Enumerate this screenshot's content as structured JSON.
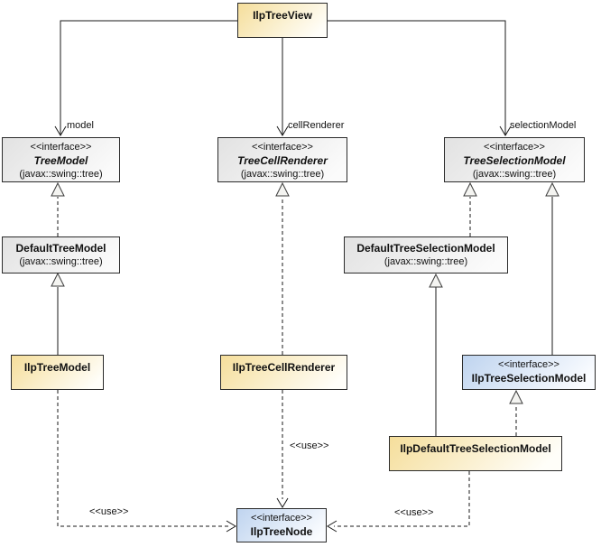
{
  "colors": {
    "class-fill": "#F5DE9B",
    "class-fill-end": "#FFFEF9",
    "interface-fill": "#BFD4EF",
    "interface-fill-end": "#FAFCFF",
    "external-fill": "#E2E2E2",
    "external-fill-end": "#FBFBFB",
    "border": "#2B2B2B",
    "edge": "#1A1A1A"
  },
  "nodes": {
    "ilp_tree_view": {
      "name": "IlpTreeView"
    },
    "tree_model": {
      "stereotype": "<<interface>>",
      "name": "TreeModel",
      "package": "(javax::swing::tree)"
    },
    "tree_cell_renderer": {
      "stereotype": "<<interface>>",
      "name": "TreeCellRenderer",
      "package": "(javax::swing::tree)"
    },
    "tree_selection_model": {
      "stereotype": "<<interface>>",
      "name": "TreeSelectionModel",
      "package": "(javax::swing::tree)"
    },
    "default_tree_model": {
      "name": "DefaultTreeModel",
      "package": "(javax::swing::tree)"
    },
    "default_tree_selection_model": {
      "name": "DefaultTreeSelectionModel",
      "package": "(javax::swing::tree)"
    },
    "ilp_tree_model": {
      "name": "IlpTreeModel"
    },
    "ilp_tree_cell_renderer": {
      "name": "IlpTreeCellRenderer"
    },
    "ilp_tree_selection_model": {
      "stereotype": "<<interface>>",
      "name": "IlpTreeSelectionModel"
    },
    "ilp_default_tree_selection_model": {
      "name": "IlpDefaultTreeSelectionModel"
    },
    "ilp_tree_node": {
      "stereotype": "<<interface>>",
      "name": "IlpTreeNode"
    }
  },
  "edge_labels": {
    "model": "model",
    "cell_renderer": "cellRenderer",
    "selection_model": "selectionModel",
    "use": "<<use>>"
  }
}
